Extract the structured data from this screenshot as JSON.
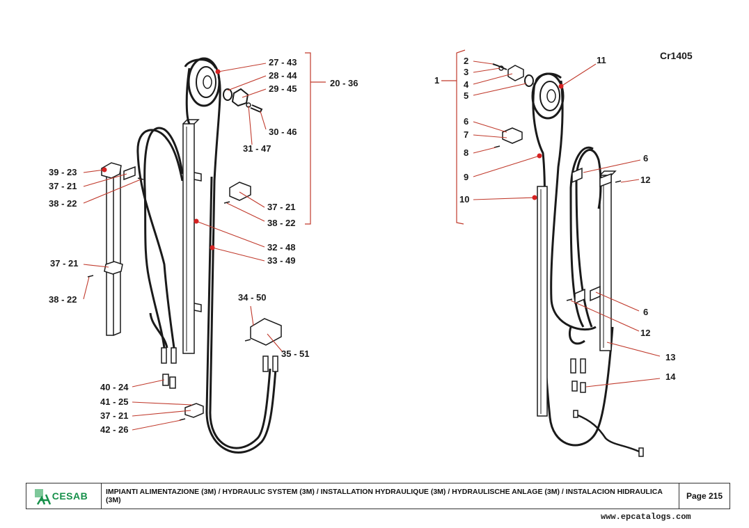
{
  "drawing_code": "Cr1405",
  "left_callouts": {
    "c27_43": "27 - 43",
    "c28_44": "28 - 44",
    "c29_45": "29 - 45",
    "c20_36": "20 - 36",
    "c30_46": "30 - 46",
    "c31_47": "31 - 47",
    "c39_23": "39 - 23",
    "c37_21a": "37 - 21",
    "c38_22a": "38 - 22",
    "c37_21b": "37 - 21",
    "c38_22b": "38 - 22",
    "c32_48": "32 - 48",
    "c33_49": "33 - 49",
    "c37_21c": "37 - 21",
    "c38_22c": "38 - 22",
    "c34_50": "34 - 50",
    "c35_51": "35 - 51",
    "c40_24": "40 - 24",
    "c41_25": "41 - 25",
    "c37_21d": "37 - 21",
    "c42_26": "42 - 26"
  },
  "right_callouts": {
    "c1": "1",
    "c2": "2",
    "c3": "3",
    "c4": "4",
    "c5": "5",
    "c11": "11",
    "c6a": "6",
    "c7": "7",
    "c8": "8",
    "c9": "9",
    "c10": "10",
    "c6b": "6",
    "c12a": "12",
    "c6c": "6",
    "c12b": "12",
    "c13": "13",
    "c14": "14"
  },
  "footer": {
    "logo_text": "CESAB",
    "title": "IMPIANTI  ALIMENTAZIONE  (3M) / HYDRAULIC SYSTEM  (3M) / INSTALLATION HYDRAULIQUE  (3M) / HYDRAULISCHE ANLAGE  (3M) / INSTALACION HIDRAULICA  (3M)",
    "page": "Page 215"
  },
  "website": "www.epcatalogs.com",
  "colors": {
    "leader": "#c0392b",
    "dot": "#d62222",
    "logo": "#16904a",
    "line": "#1a1a1a"
  }
}
